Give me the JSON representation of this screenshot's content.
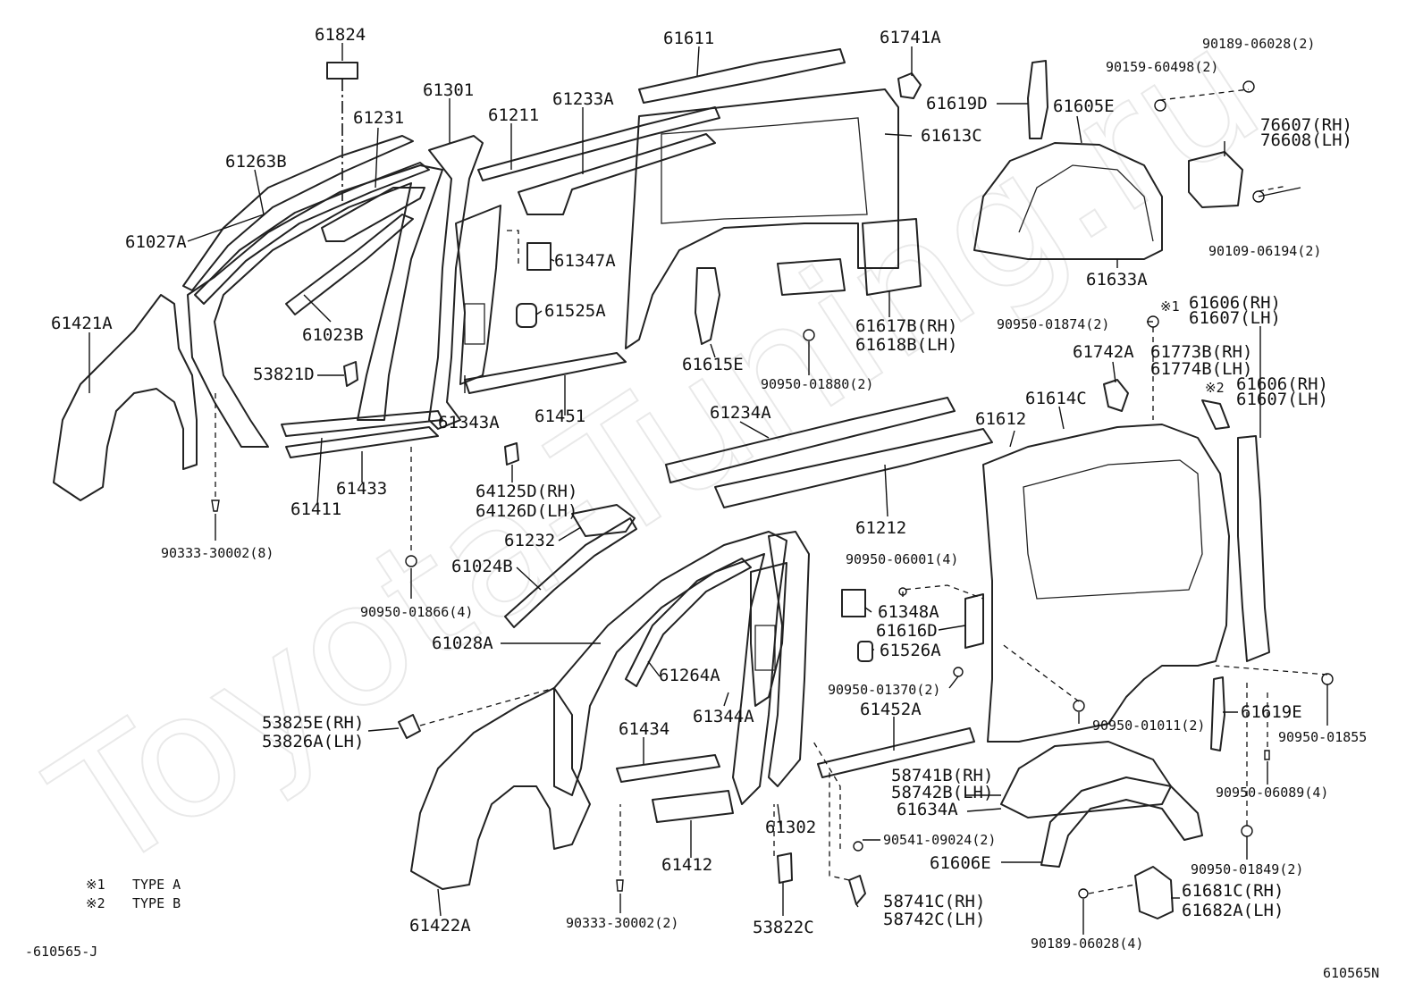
{
  "watermark": "Toyota-Tuning.ru",
  "code_left": "-610565-J",
  "code_right": "610565N",
  "legend": {
    "type_a_mark": "※1",
    "type_a_text": "TYPE  A",
    "type_b_mark": "※2",
    "type_b_text": "TYPE  B"
  },
  "labels": {
    "p61824": "61824",
    "p61231": "61231",
    "p61263B": "61263B",
    "p61027A": "61027A",
    "p61421A": "61421A",
    "p61023B": "61023B",
    "p53821D": "53821D",
    "p61301": "61301",
    "p61211": "61211",
    "p61233A": "61233A",
    "p61611": "61611",
    "p61741A": "61741A",
    "p61619D": "61619D",
    "p61613C": "61613C",
    "p61347A": "61347A",
    "p61525A": "61525A",
    "p61343A": "61343A",
    "p61451": "61451",
    "p61433": "61433",
    "p61411": "61411",
    "p90333_8": "90333-30002(8)",
    "p64125D": "64125D(RH)",
    "p64126D": "64126D(LH)",
    "p61615E": "61615E",
    "p61617B": "61617B(RH)",
    "p61618B": "61618B(LH)",
    "p90950_01880": "90950-01880(2)",
    "p90189_top": "90189-06028(2)",
    "p90159": "90159-60498(2)",
    "p61605E": "61605E",
    "p76607": "76607(RH)",
    "p76608": "76608(LH)",
    "p90109": "90109-06194(2)",
    "p61633A": "61633A",
    "p61606_1": "61606(RH)",
    "p61607_1": "61607(LH)",
    "p90950_01874": "90950-01874(2)",
    "p61742A": "61742A",
    "p61773B": "61773B(RH)",
    "p61774B": "61774B(LH)",
    "p61606_2": "61606(RH)",
    "p61607_2": "61607(LH)",
    "p61234A": "61234A",
    "p61612": "61612",
    "p61614C": "61614C",
    "p61212": "61212",
    "p61232": "61232",
    "p61024B": "61024B",
    "p90950_01866": "90950-01866(4)",
    "p61028A": "61028A",
    "p90950_06001": "90950-06001(4)",
    "p61348A": "61348A",
    "p61616D": "61616D",
    "p61526A": "61526A",
    "p61264A": "61264A",
    "p90950_01370": "90950-01370(2)",
    "p61452A": "61452A",
    "p90950_01011": "90950-01011(2)",
    "p61619E": "61619E",
    "p90950_01855": "90950-01855",
    "p53825E": "53825E(RH)",
    "p53826A": "53826A(LH)",
    "p61434": "61434",
    "p61344A": "61344A",
    "p58741B": "58741B(RH)",
    "p58742B": "58742B(LH)",
    "p61634A": "61634A",
    "p90950_06089": "90950-06089(4)",
    "p61302": "61302",
    "p90541": "90541-09024(2)",
    "p61606E": "61606E",
    "p90950_01849": "90950-01849(2)",
    "p61412": "61412",
    "p58741C": "58741C(RH)",
    "p58742C": "58742C(LH)",
    "p61681C": "61681C(RH)",
    "p61682A": "61682A(LH)",
    "p61422A": "61422A",
    "p90333_2": "90333-30002(2)",
    "p53822C": "53822C",
    "p90189_bottom": "90189-06028(4)"
  }
}
